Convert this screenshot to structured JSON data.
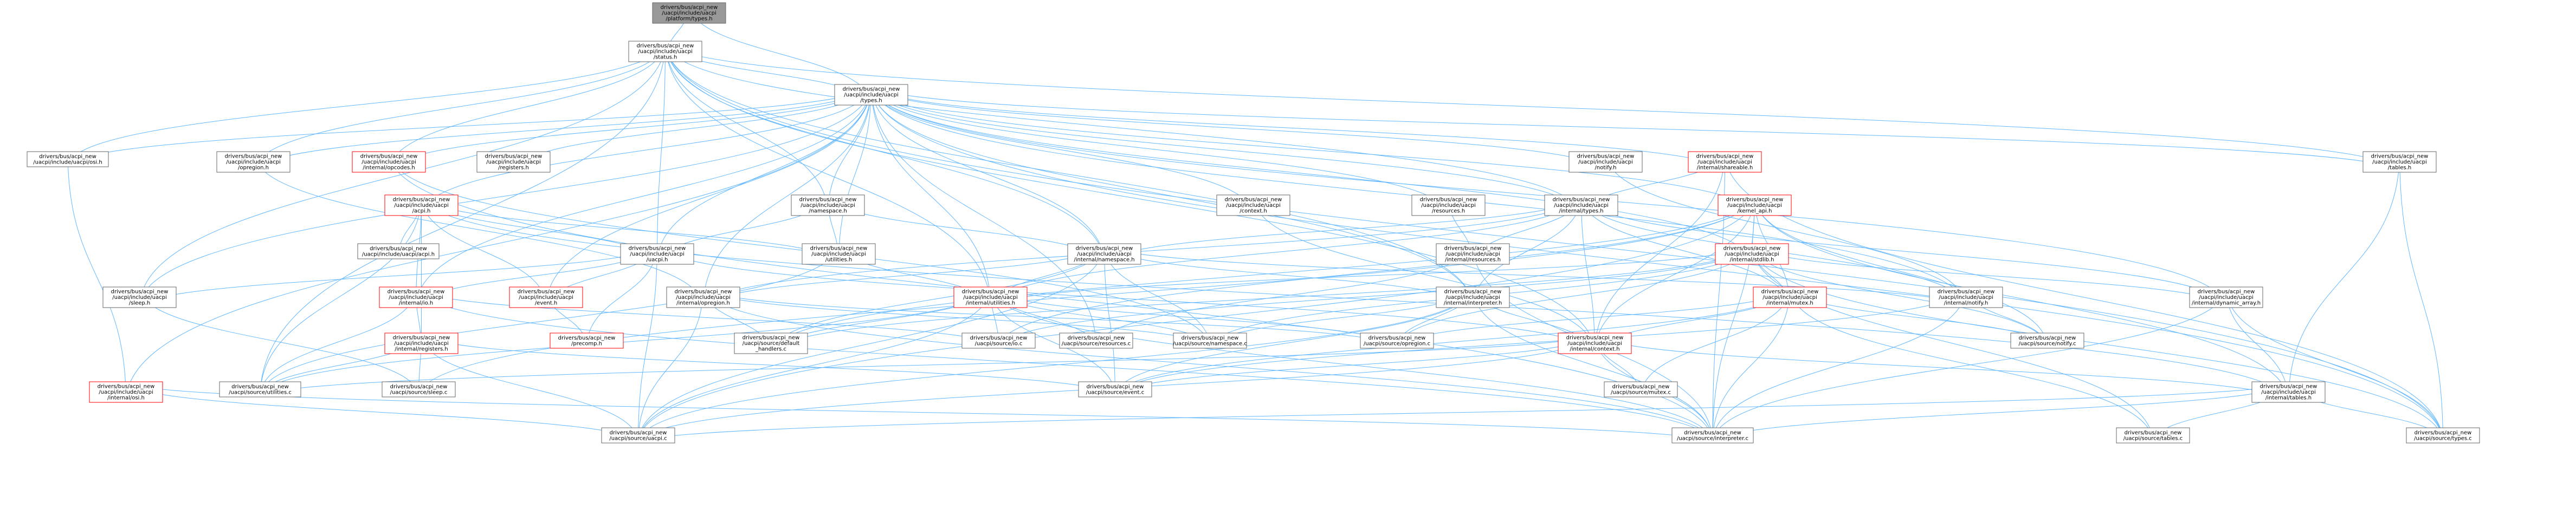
{
  "colors": {
    "edge": "#63b8ff",
    "default_border": "#666666",
    "red_border": "#ff0000",
    "root_fill": "#999999",
    "node_fill": "#ffffff",
    "text": "#000000"
  },
  "nodes": [
    {
      "id": "platform_types",
      "label": [
        "drivers/bus/acpi_new",
        "/uacpi/include/uacpi",
        "/platform/types.h"
      ],
      "border": "default",
      "root": true
    },
    {
      "id": "status",
      "label": [
        "drivers/bus/acpi_new",
        "/uacpi/include/uacpi",
        "/status.h"
      ],
      "border": "default"
    },
    {
      "id": "types",
      "label": [
        "drivers/bus/acpi_new",
        "/uacpi/include/uacpi",
        "/types.h"
      ],
      "border": "default"
    },
    {
      "id": "osi",
      "label": [
        "drivers/bus/acpi_new",
        "/uacpi/include/uacpi/osi.h"
      ],
      "border": "default"
    },
    {
      "id": "opregion",
      "label": [
        "drivers/bus/acpi_new",
        "/uacpi/include/uacpi",
        "/opregion.h"
      ],
      "border": "default"
    },
    {
      "id": "int_opcodes",
      "label": [
        "drivers/bus/acpi_new",
        "/uacpi/include/uacpi",
        "/internal/opcodes.h"
      ],
      "border": "red"
    },
    {
      "id": "registers",
      "label": [
        "drivers/bus/acpi_new",
        "/uacpi/include/uacpi",
        "/registers.h"
      ],
      "border": "default"
    },
    {
      "id": "notify",
      "label": [
        "drivers/bus/acpi_new",
        "/uacpi/include/uacpi",
        "/notify.h"
      ],
      "border": "default"
    },
    {
      "id": "int_shareable",
      "label": [
        "drivers/bus/acpi_new",
        "/uacpi/include/uacpi",
        "/internal/shareable.h"
      ],
      "border": "red"
    },
    {
      "id": "tables",
      "label": [
        "drivers/bus/acpi_new",
        "/uacpi/include/uacpi",
        "/tables.h"
      ],
      "border": "default"
    },
    {
      "id": "acpi",
      "label": [
        "drivers/bus/acpi_new",
        "/uacpi/include/uacpi",
        "/acpi.h"
      ],
      "border": "red"
    },
    {
      "id": "namespace",
      "label": [
        "drivers/bus/acpi_new",
        "/uacpi/include/uacpi",
        "/namespace.h"
      ],
      "border": "default"
    },
    {
      "id": "context",
      "label": [
        "drivers/bus/acpi_new",
        "/uacpi/include/uacpi",
        "/context.h"
      ],
      "border": "default"
    },
    {
      "id": "resources",
      "label": [
        "drivers/bus/acpi_new",
        "/uacpi/include/uacpi",
        "/resources.h"
      ],
      "border": "default"
    },
    {
      "id": "int_types",
      "label": [
        "drivers/bus/acpi_new",
        "/uacpi/include/uacpi",
        "/internal/types.h"
      ],
      "border": "default"
    },
    {
      "id": "kernel_api",
      "label": [
        "drivers/bus/acpi_new",
        "/uacpi/include/uacpi",
        "/kernel_api.h"
      ],
      "border": "red"
    },
    {
      "id": "acpi_spec",
      "label": [
        "drivers/bus/acpi_new",
        "/uacpi/include/uacpi/acpi.h"
      ],
      "border": "default"
    },
    {
      "id": "uacpi_h",
      "label": [
        "drivers/bus/acpi_new",
        "/uacpi/include/uacpi",
        "/uacpi.h"
      ],
      "border": "default"
    },
    {
      "id": "utilities_h",
      "label": [
        "drivers/bus/acpi_new",
        "/uacpi/include/uacpi",
        "/utilities.h"
      ],
      "border": "default"
    },
    {
      "id": "int_namespace",
      "label": [
        "drivers/bus/acpi_new",
        "/uacpi/include/uacpi",
        "/internal/namespace.h"
      ],
      "border": "default"
    },
    {
      "id": "int_resources",
      "label": [
        "drivers/bus/acpi_new",
        "/uacpi/include/uacpi",
        "/internal/resources.h"
      ],
      "border": "default"
    },
    {
      "id": "int_stdlib",
      "label": [
        "drivers/bus/acpi_new",
        "/uacpi/include/uacpi",
        "/internal/stdlib.h"
      ],
      "border": "red"
    },
    {
      "id": "sleep",
      "label": [
        "drivers/bus/acpi_new",
        "/uacpi/include/uacpi",
        "/sleep.h"
      ],
      "border": "default"
    },
    {
      "id": "int_io",
      "label": [
        "drivers/bus/acpi_new",
        "/uacpi/include/uacpi",
        "/internal/io.h"
      ],
      "border": "red"
    },
    {
      "id": "event",
      "label": [
        "drivers/bus/acpi_new",
        "/uacpi/include/uacpi",
        "/event.h"
      ],
      "border": "red"
    },
    {
      "id": "int_opregion",
      "label": [
        "drivers/bus/acpi_new",
        "/uacpi/include/uacpi",
        "/internal/opregion.h"
      ],
      "border": "default"
    },
    {
      "id": "int_utilities",
      "label": [
        "drivers/bus/acpi_new",
        "/uacpi/include/uacpi",
        "/internal/utilities.h"
      ],
      "border": "red"
    },
    {
      "id": "int_interpreter",
      "label": [
        "drivers/bus/acpi_new",
        "/uacpi/include/uacpi",
        "/internal/interpreter.h"
      ],
      "border": "default"
    },
    {
      "id": "int_mutex",
      "label": [
        "drivers/bus/acpi_new",
        "/uacpi/include/uacpi",
        "/internal/mutex.h"
      ],
      "border": "red"
    },
    {
      "id": "int_notify",
      "label": [
        "drivers/bus/acpi_new",
        "/uacpi/include/uacpi",
        "/internal/notify.h"
      ],
      "border": "default"
    },
    {
      "id": "int_dynamic_array",
      "label": [
        "drivers/bus/acpi_new",
        "/uacpi/include/uacpi",
        "/internal/dynamic_array.h"
      ],
      "border": "default"
    },
    {
      "id": "int_registers",
      "label": [
        "drivers/bus/acpi_new",
        "/uacpi/include/uacpi",
        "/internal/registers.h"
      ],
      "border": "red"
    },
    {
      "id": "precomp",
      "label": [
        "drivers/bus/acpi_new",
        "/precomp.h"
      ],
      "border": "red"
    },
    {
      "id": "src_default_handlers",
      "label": [
        "drivers/bus/acpi_new",
        "/uacpi/source/default",
        "_handlers.c"
      ],
      "border": "default"
    },
    {
      "id": "src_io",
      "label": [
        "drivers/bus/acpi_new",
        "/uacpi/source/io.c"
      ],
      "border": "default"
    },
    {
      "id": "src_resources",
      "label": [
        "drivers/bus/acpi_new",
        "/uacpi/source/resources.c"
      ],
      "border": "default"
    },
    {
      "id": "src_namespace",
      "label": [
        "drivers/bus/acpi_new",
        "/uacpi/source/namespace.c"
      ],
      "border": "default"
    },
    {
      "id": "src_opregion",
      "label": [
        "drivers/bus/acpi_new",
        "/uacpi/source/opregion.c"
      ],
      "border": "default"
    },
    {
      "id": "int_context",
      "label": [
        "drivers/bus/acpi_new",
        "/uacpi/include/uacpi",
        "/internal/context.h"
      ],
      "border": "red"
    },
    {
      "id": "src_notify",
      "label": [
        "drivers/bus/acpi_new",
        "/uacpi/source/notify.c"
      ],
      "border": "default"
    },
    {
      "id": "int_osi",
      "label": [
        "drivers/bus/acpi_new",
        "/uacpi/include/uacpi",
        "/internal/osi.h"
      ],
      "border": "red"
    },
    {
      "id": "src_utilities",
      "label": [
        "drivers/bus/acpi_new",
        "/uacpi/source/utilities.c"
      ],
      "border": "default"
    },
    {
      "id": "src_sleep",
      "label": [
        "drivers/bus/acpi_new",
        "/uacpi/source/sleep.c"
      ],
      "border": "default"
    },
    {
      "id": "src_event",
      "label": [
        "drivers/bus/acpi_new",
        "/uacpi/source/event.c"
      ],
      "border": "default"
    },
    {
      "id": "src_mutex",
      "label": [
        "drivers/bus/acpi_new",
        "/uacpi/source/mutex.c"
      ],
      "border": "default"
    },
    {
      "id": "int_tables",
      "label": [
        "drivers/bus/acpi_new",
        "/uacpi/include/uacpi",
        "/internal/tables.h"
      ],
      "border": "default"
    },
    {
      "id": "src_uacpi",
      "label": [
        "drivers/bus/acpi_new",
        "/uacpi/source/uacpi.c"
      ],
      "border": "default"
    },
    {
      "id": "src_interpreter",
      "label": [
        "drivers/bus/acpi_new",
        "/uacpi/source/interpreter.c"
      ],
      "border": "default"
    },
    {
      "id": "src_tables",
      "label": [
        "drivers/bus/acpi_new",
        "/uacpi/source/tables.c"
      ],
      "border": "default"
    },
    {
      "id": "src_types",
      "label": [
        "drivers/bus/acpi_new",
        "/uacpi/source/types.c"
      ],
      "border": "default"
    }
  ],
  "edges": [
    [
      "platform_types",
      "status"
    ],
    [
      "platform_types",
      "types"
    ],
    [
      "status",
      "types"
    ],
    [
      "status",
      "osi"
    ],
    [
      "status",
      "opregion"
    ],
    [
      "status",
      "int_opcodes"
    ],
    [
      "status",
      "namespace"
    ],
    [
      "status",
      "tables"
    ],
    [
      "status",
      "int_types"
    ],
    [
      "status",
      "int_namespace"
    ],
    [
      "status",
      "uacpi_h"
    ],
    [
      "status",
      "sleep"
    ],
    [
      "status",
      "int_utilities"
    ],
    [
      "status",
      "int_context"
    ],
    [
      "status",
      "src_types"
    ],
    [
      "status",
      "src_utilities"
    ],
    [
      "status",
      "int_interpreter"
    ],
    [
      "types",
      "osi"
    ],
    [
      "types",
      "opregion"
    ],
    [
      "types",
      "int_opcodes"
    ],
    [
      "types",
      "registers"
    ],
    [
      "types",
      "notify"
    ],
    [
      "types",
      "int_shareable"
    ],
    [
      "types",
      "tables"
    ],
    [
      "types",
      "acpi"
    ],
    [
      "types",
      "namespace"
    ],
    [
      "types",
      "context"
    ],
    [
      "types",
      "resources"
    ],
    [
      "types",
      "int_types"
    ],
    [
      "types",
      "kernel_api"
    ],
    [
      "types",
      "uacpi_h"
    ],
    [
      "types",
      "utilities_h"
    ],
    [
      "types",
      "int_namespace"
    ],
    [
      "types",
      "sleep"
    ],
    [
      "types",
      "event"
    ],
    [
      "types",
      "int_opregion"
    ],
    [
      "types",
      "int_interpreter"
    ],
    [
      "types",
      "int_stdlib"
    ],
    [
      "types",
      "int_dynamic_array"
    ],
    [
      "types",
      "int_notify"
    ],
    [
      "types",
      "src_resources"
    ],
    [
      "types",
      "int_utilities"
    ],
    [
      "types",
      "int_io"
    ],
    [
      "types",
      "src_types"
    ],
    [
      "types",
      "int_osi"
    ],
    [
      "osi",
      "int_osi"
    ],
    [
      "opregion",
      "int_opregion"
    ],
    [
      "int_opcodes",
      "src_interpreter"
    ],
    [
      "int_opcodes",
      "src_namespace"
    ],
    [
      "notify",
      "int_notify"
    ],
    [
      "int_shareable",
      "int_types"
    ],
    [
      "int_shareable",
      "src_types"
    ],
    [
      "int_shareable",
      "src_interpreter"
    ],
    [
      "int_shareable",
      "int_context"
    ],
    [
      "tables",
      "int_tables"
    ],
    [
      "tables",
      "src_types"
    ],
    [
      "acpi",
      "acpi_spec"
    ],
    [
      "acpi",
      "uacpi_h"
    ],
    [
      "acpi",
      "int_io"
    ],
    [
      "acpi",
      "event"
    ],
    [
      "acpi",
      "int_registers"
    ],
    [
      "acpi",
      "utilities_h"
    ],
    [
      "acpi",
      "src_utilities"
    ],
    [
      "acpi",
      "int_tables"
    ],
    [
      "namespace",
      "utilities_h"
    ],
    [
      "namespace",
      "int_namespace"
    ],
    [
      "namespace",
      "uacpi_h"
    ],
    [
      "context",
      "int_context"
    ],
    [
      "resources",
      "int_resources"
    ],
    [
      "int_types",
      "int_namespace"
    ],
    [
      "int_types",
      "int_resources"
    ],
    [
      "int_types",
      "int_mutex"
    ],
    [
      "int_types",
      "int_interpreter"
    ],
    [
      "int_types",
      "int_utilities"
    ],
    [
      "int_types",
      "int_notify"
    ],
    [
      "int_types",
      "int_opregion"
    ],
    [
      "int_types",
      "int_dynamic_array"
    ],
    [
      "int_types",
      "int_context"
    ],
    [
      "kernel_api",
      "int_stdlib"
    ],
    [
      "kernel_api",
      "int_mutex"
    ],
    [
      "kernel_api",
      "int_context"
    ],
    [
      "kernel_api",
      "src_default_handlers"
    ],
    [
      "kernel_api",
      "src_io"
    ],
    [
      "kernel_api",
      "src_uacpi"
    ],
    [
      "kernel_api",
      "src_sleep"
    ],
    [
      "kernel_api",
      "src_interpreter"
    ],
    [
      "kernel_api",
      "src_notify"
    ],
    [
      "kernel_api",
      "int_tables"
    ],
    [
      "uacpi_h",
      "sleep"
    ],
    [
      "uacpi_h",
      "int_io"
    ],
    [
      "uacpi_h",
      "src_uacpi"
    ],
    [
      "uacpi_h",
      "int_context"
    ],
    [
      "uacpi_h",
      "event"
    ],
    [
      "uacpi_h",
      "precomp"
    ],
    [
      "utilities_h",
      "int_utilities"
    ],
    [
      "utilities_h",
      "src_utilities"
    ],
    [
      "int_namespace",
      "int_utilities"
    ],
    [
      "int_namespace",
      "int_opregion"
    ],
    [
      "int_namespace",
      "int_interpreter"
    ],
    [
      "int_namespace",
      "src_namespace"
    ],
    [
      "int_namespace",
      "src_event"
    ],
    [
      "int_namespace",
      "src_default_handlers"
    ],
    [
      "int_namespace",
      "src_uacpi"
    ],
    [
      "int_namespace",
      "int_notify"
    ],
    [
      "int_resources",
      "src_resources"
    ],
    [
      "int_resources",
      "src_interpreter"
    ],
    [
      "int_stdlib",
      "int_utilities"
    ],
    [
      "int_stdlib",
      "int_mutex"
    ],
    [
      "int_stdlib",
      "src_io"
    ],
    [
      "int_stdlib",
      "src_namespace"
    ],
    [
      "int_stdlib",
      "src_opregion"
    ],
    [
      "int_stdlib",
      "int_dynamic_array"
    ],
    [
      "int_stdlib",
      "src_types"
    ],
    [
      "int_stdlib",
      "src_tables"
    ],
    [
      "int_stdlib",
      "src_notify"
    ],
    [
      "int_stdlib",
      "src_default_handlers"
    ],
    [
      "sleep",
      "src_sleep"
    ],
    [
      "int_io",
      "int_registers"
    ],
    [
      "int_io",
      "src_io"
    ],
    [
      "int_io",
      "src_interpreter"
    ],
    [
      "int_io",
      "src_utilities"
    ],
    [
      "event",
      "precomp"
    ],
    [
      "int_opregion",
      "src_opregion"
    ],
    [
      "int_opregion",
      "src_default_handlers"
    ],
    [
      "int_opregion",
      "src_uacpi"
    ],
    [
      "int_opregion",
      "src_interpreter"
    ],
    [
      "int_opregion",
      "src_namespace"
    ],
    [
      "int_utilities",
      "src_io"
    ],
    [
      "int_utilities",
      "src_resources"
    ],
    [
      "int_utilities",
      "src_namespace"
    ],
    [
      "int_utilities",
      "src_utilities"
    ],
    [
      "int_utilities",
      "src_opregion"
    ],
    [
      "int_utilities",
      "src_event"
    ],
    [
      "int_utilities",
      "src_interpreter"
    ],
    [
      "int_utilities",
      "src_default_handlers"
    ],
    [
      "int_utilities",
      "src_uacpi"
    ],
    [
      "int_interpreter",
      "src_interpreter"
    ],
    [
      "int_interpreter",
      "src_event"
    ],
    [
      "int_interpreter",
      "src_namespace"
    ],
    [
      "int_interpreter",
      "src_opregion"
    ],
    [
      "int_interpreter",
      "src_uacpi"
    ],
    [
      "int_interpreter",
      "int_context"
    ],
    [
      "int_mutex",
      "int_context"
    ],
    [
      "int_mutex",
      "src_mutex"
    ],
    [
      "int_mutex",
      "src_notify"
    ],
    [
      "int_mutex",
      "src_event"
    ],
    [
      "int_mutex",
      "src_interpreter"
    ],
    [
      "int_mutex",
      "src_tables"
    ],
    [
      "int_mutex",
      "src_opregion"
    ],
    [
      "int_notify",
      "src_notify"
    ],
    [
      "int_notify",
      "src_event"
    ],
    [
      "int_notify",
      "src_interpreter"
    ],
    [
      "int_dynamic_array",
      "src_types"
    ],
    [
      "int_dynamic_array",
      "src_interpreter"
    ],
    [
      "int_dynamic_array",
      "int_tables"
    ],
    [
      "int_registers",
      "src_sleep"
    ],
    [
      "int_registers",
      "src_event"
    ],
    [
      "int_registers",
      "src_uacpi"
    ],
    [
      "int_registers",
      "src_utilities"
    ],
    [
      "int_context",
      "src_event"
    ],
    [
      "int_context",
      "src_interpreter"
    ],
    [
      "int_context",
      "src_uacpi"
    ],
    [
      "int_context",
      "src_utilities"
    ],
    [
      "int_context",
      "int_tables"
    ],
    [
      "int_context",
      "src_mutex"
    ],
    [
      "int_osi",
      "src_uacpi"
    ],
    [
      "int_osi",
      "src_interpreter"
    ],
    [
      "int_tables",
      "src_tables"
    ],
    [
      "int_tables",
      "src_interpreter"
    ],
    [
      "int_tables",
      "src_uacpi"
    ],
    [
      "int_tables",
      "src_types"
    ]
  ]
}
